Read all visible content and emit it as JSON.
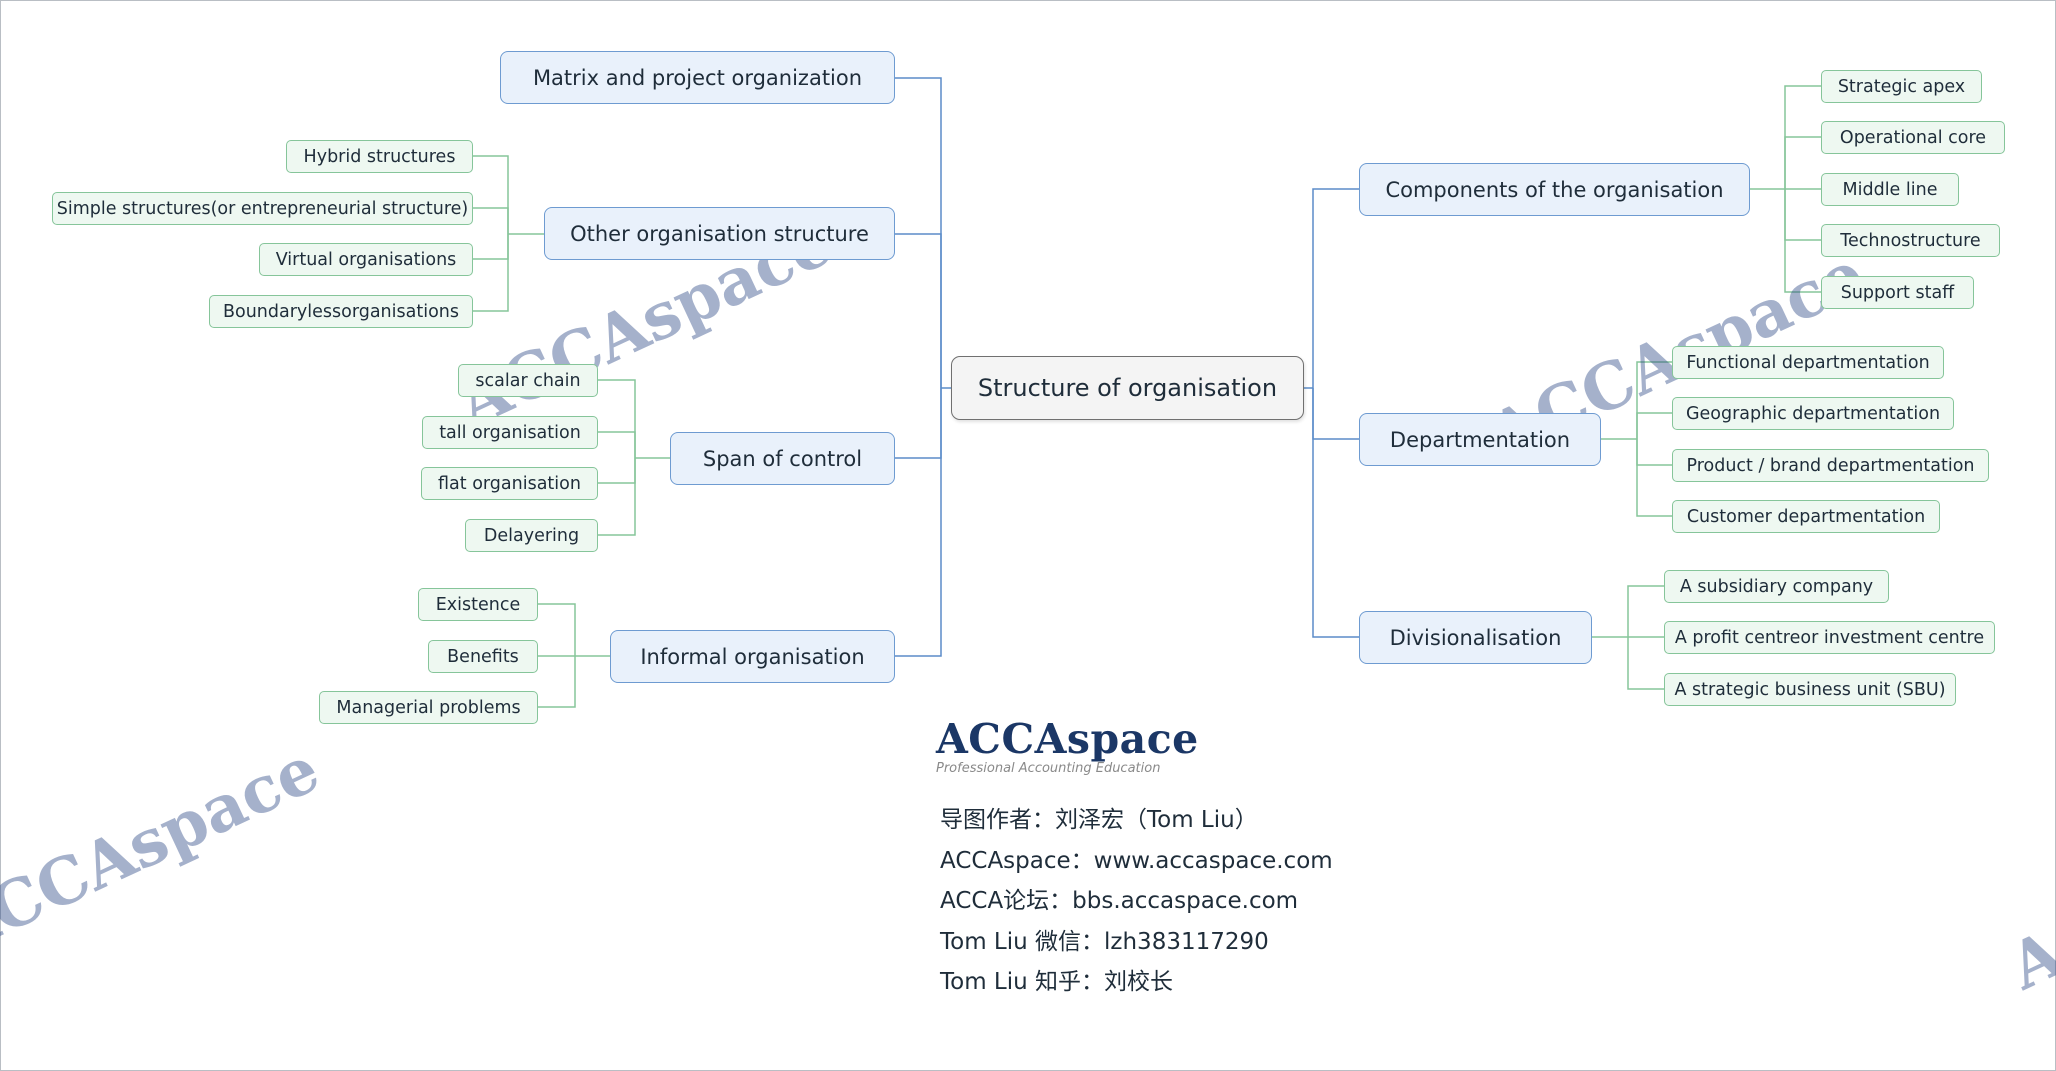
{
  "mindmap": {
    "root": "Structure of organisation",
    "left_branches": [
      {
        "label": "Matrix and project organization",
        "children": []
      },
      {
        "label": "Other organisation structure",
        "children": [
          "Hybrid structures",
          "Simple structures(or entrepreneurial structure)",
          "Virtual organisations",
          "Boundarylessorganisations"
        ]
      },
      {
        "label": "Span of control",
        "children": [
          "scalar chain",
          "tall organisation",
          "flat organisation",
          "Delayering"
        ]
      },
      {
        "label": "Informal organisation",
        "children": [
          "Existence",
          "Benefits",
          "Managerial problems"
        ]
      }
    ],
    "right_branches": [
      {
        "label": "Components of the organisation",
        "children": [
          "Strategic apex",
          "Operational core",
          "Middle line",
          "Technostructure",
          "Support staff"
        ]
      },
      {
        "label": "Departmentation",
        "children": [
          "Functional departmentation",
          "Geographic departmentation",
          "Product / brand departmentation",
          "Customer departmentation"
        ]
      },
      {
        "label": "Divisionalisation",
        "children": [
          "A subsidiary company",
          "A profit centreor investment centre",
          "A strategic business unit (SBU)"
        ]
      }
    ]
  },
  "branding": {
    "logo_name": "ACCAspace",
    "logo_tagline": "Professional Accounting Education",
    "watermark": "ACCAspace"
  },
  "credits": [
    "导图作者：刘泽宏（Tom  Liu）",
    "ACCAspace：www.accaspace.com",
    "ACCA论坛：bbs.accaspace.com",
    "Tom  Liu 微信：lzh383117290",
    "Tom  Liu 知乎：刘校长"
  ],
  "colors": {
    "connector": "#5b8cc9",
    "leaf_connector": "#86c59a",
    "main_fill": "#e9f1fb",
    "leaf_fill": "#eef8f1",
    "root_fill": "#f4f4f4",
    "logo": "#1b3766",
    "watermark": "#284682"
  }
}
